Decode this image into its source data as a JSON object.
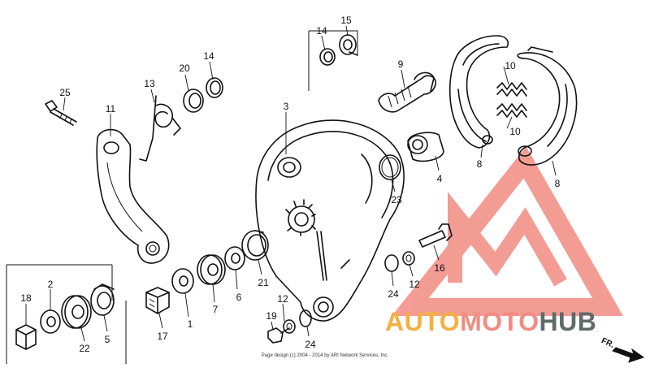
{
  "diagram": {
    "part_numbers": {
      "p25": "25",
      "p11": "11",
      "p13": "13",
      "p20": "20",
      "p14a": "14",
      "p14b": "14",
      "p15": "15",
      "p9": "9",
      "p3": "3",
      "p10a": "10",
      "p10b": "10",
      "p8a": "8",
      "p8b": "8",
      "p4": "4",
      "p23": "23",
      "p21": "21",
      "p6": "6",
      "p7": "7",
      "p1": "1",
      "p17": "17",
      "p18": "18",
      "p2": "2",
      "p22": "22",
      "p5": "5",
      "p12a": "12",
      "p19": "19",
      "p24a": "24",
      "p24b": "24",
      "p12b": "12",
      "p16": "16"
    },
    "copyright": "Page design (c) 2004 - 2014 by ARI Network Services, Inc.",
    "direction_label": "FR."
  },
  "watermark": {
    "part1": "AUTO",
    "part2": "MOTO",
    "part3": "HUB",
    "color_orange": "#F5B041",
    "color_red": "#F28B82",
    "color_gray": "#5F6A6A"
  }
}
